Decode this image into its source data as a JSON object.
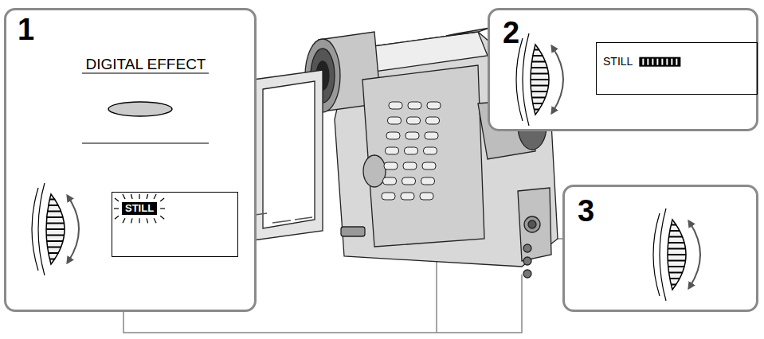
{
  "diagram": {
    "nodes": [
      {
        "text": [
          "1",
          "DIGITAL EFFECT"
        ]
      },
      {
        "text": [
          "STILL"
        ],
        "in": 0
      },
      {
        "text": [
          "2"
        ]
      },
      {
        "text": [
          "STILL"
        ],
        "in": 2
      },
      {
        "text": [
          "3"
        ]
      }
    ]
  }
}
